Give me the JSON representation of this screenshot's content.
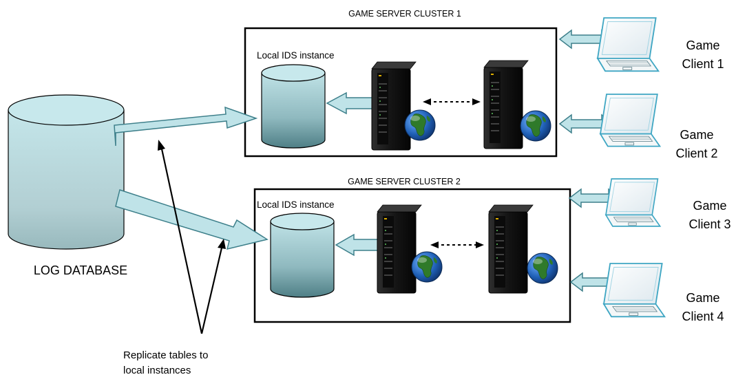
{
  "clusters": [
    {
      "title": "GAME SERVER CLUSTER 1",
      "local_label": "Local IDS instance"
    },
    {
      "title": "GAME SERVER CLUSTER 2",
      "local_label": "Local IDS instance"
    }
  ],
  "log_database": {
    "label": "LOG DATABASE"
  },
  "clients": [
    {
      "line1": "Game",
      "line2": "Client 1"
    },
    {
      "line1": "Game",
      "line2": "Client 2"
    },
    {
      "line1": "Game",
      "line2": "Client 3"
    },
    {
      "line1": "Game",
      "line2": "Client 4"
    }
  ],
  "annotation": {
    "line1": "Replicate tables to",
    "line2": "local instances"
  },
  "icons": [
    "database-icon",
    "server-icon",
    "globe-icon",
    "laptop-icon"
  ],
  "colors": {
    "arrow_fill": "#bfe3e8",
    "arrow_stroke": "#3d7f8a",
    "cylinder_top": "#c7e8ec",
    "server": "#1c1c1c",
    "globe": "#1f5fb5"
  }
}
